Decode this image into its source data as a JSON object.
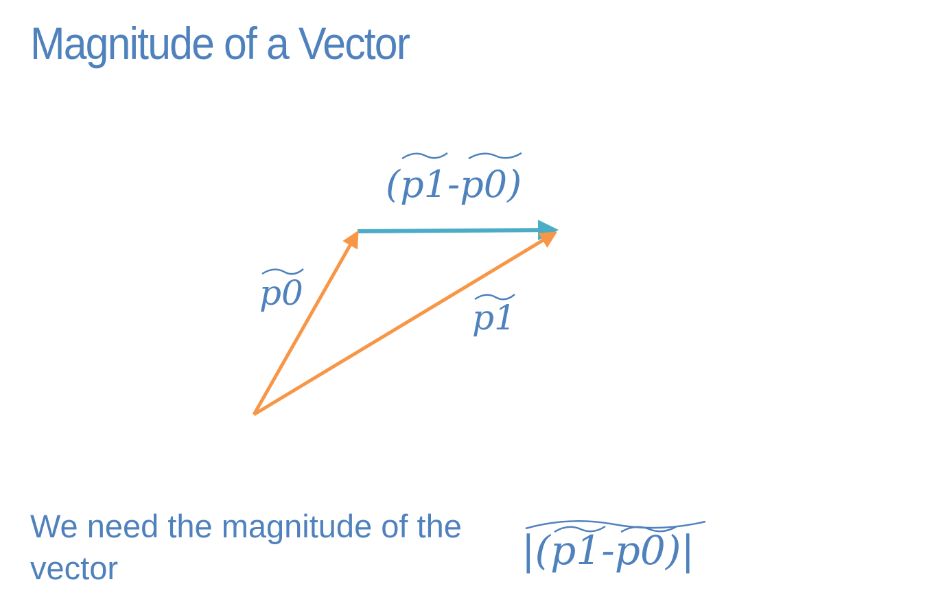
{
  "slide": {
    "title": "Magnitude of a Vector",
    "body_text": "We need the magnitude of the vector"
  },
  "diagram": {
    "labels": {
      "difference": "(p1-p0)",
      "p0": "p0",
      "p1": "p1",
      "magnitude": "|(p1-p0)|"
    },
    "colors": {
      "text": "#4f81bd",
      "position_vectors": "#f79646",
      "difference_vector": "#4bacc6"
    }
  }
}
